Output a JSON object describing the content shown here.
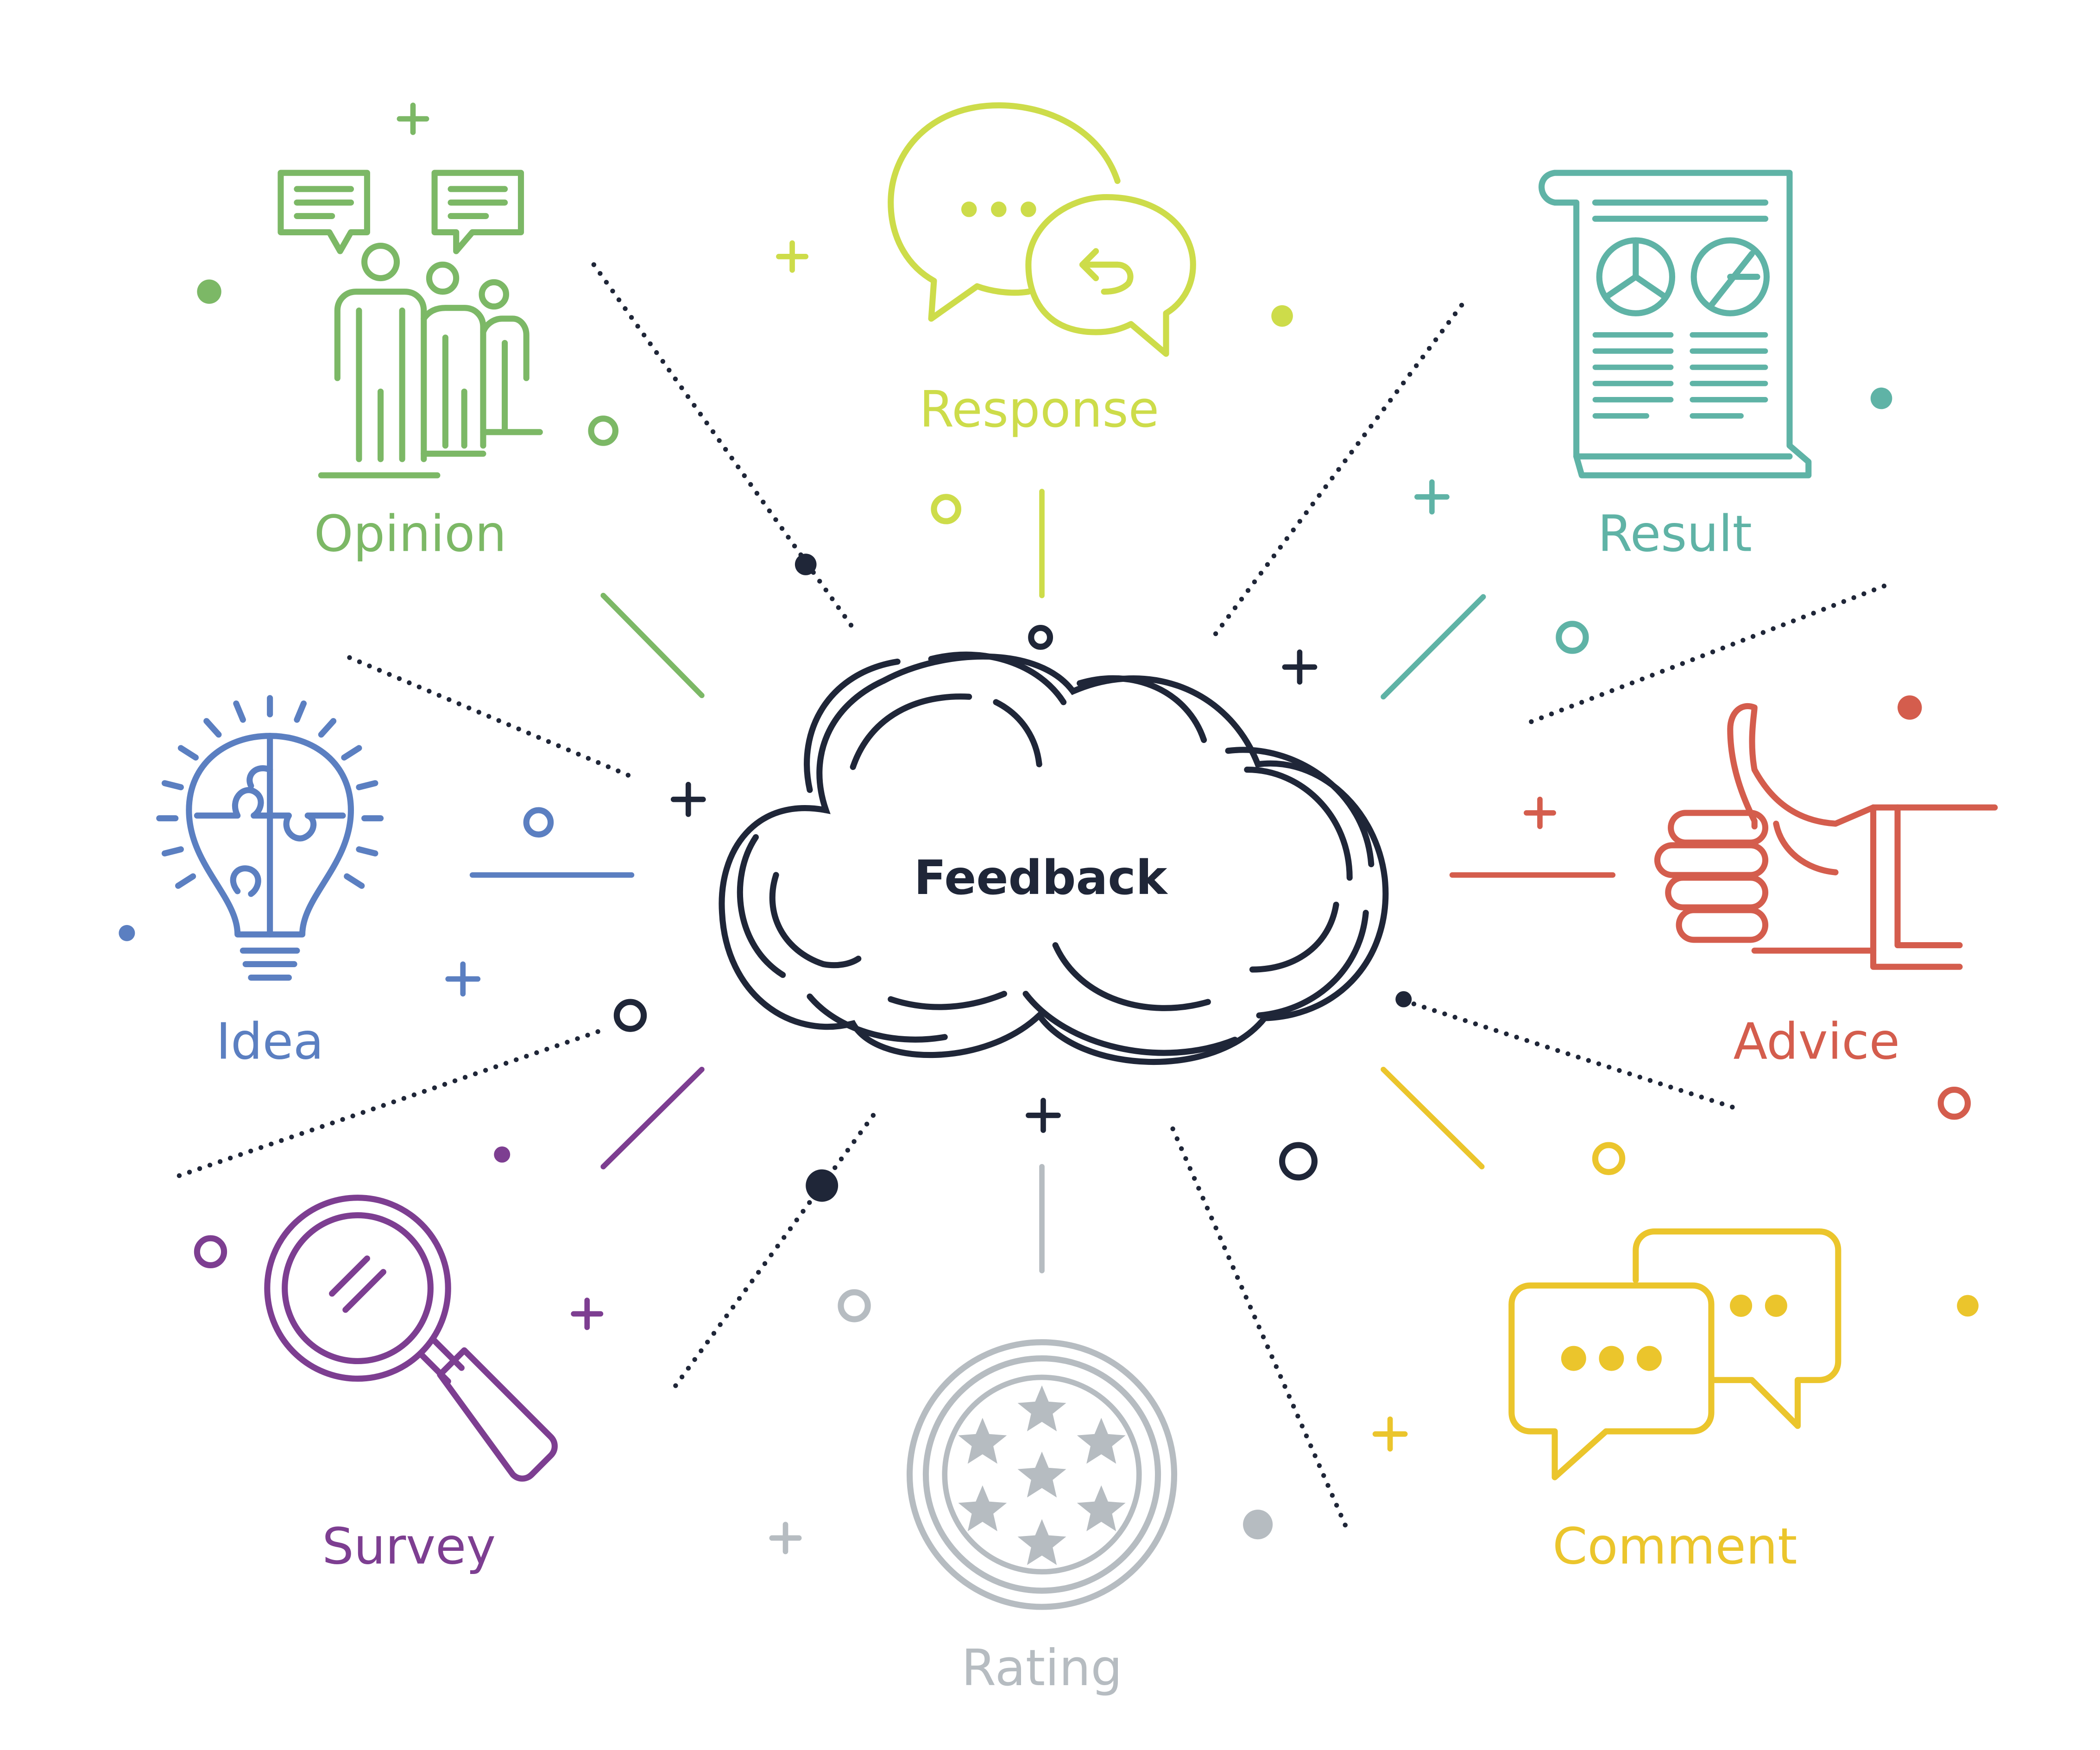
{
  "center": {
    "label": "Feedback",
    "color": "#1f2638"
  },
  "nodes": [
    {
      "id": "response",
      "label": "Response",
      "color": "#cddc4a",
      "icon": "speech-bubbles-icon"
    },
    {
      "id": "result",
      "label": "Result",
      "color": "#5fb3a6",
      "icon": "report-document-icon"
    },
    {
      "id": "advice",
      "label": "Advice",
      "color": "#d45d4d",
      "icon": "thumbs-up-icon"
    },
    {
      "id": "comment",
      "label": "Comment",
      "color": "#ebc52c",
      "icon": "chat-bubbles-icon"
    },
    {
      "id": "rating",
      "label": "Rating",
      "color": "#b6bcc1",
      "icon": "star-badge-icon"
    },
    {
      "id": "survey",
      "label": "Survey",
      "color": "#7d3e91",
      "icon": "magnifying-glass-icon"
    },
    {
      "id": "idea",
      "label": "Idea",
      "color": "#5b7fc1",
      "icon": "lightbulb-puzzle-icon"
    },
    {
      "id": "opinion",
      "label": "Opinion",
      "color": "#7cb866",
      "icon": "people-speech-icon"
    }
  ]
}
